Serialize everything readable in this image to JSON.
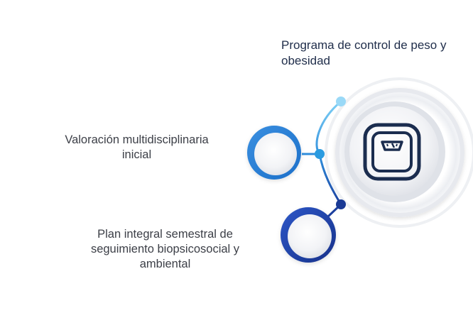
{
  "diagram": {
    "title": "Programa de control de peso y obesidad",
    "items": [
      {
        "label": "Valoración multidisciplinaria inicial"
      },
      {
        "label": "Plan integral semestral de seguimiento biopsicosocial y ambiental"
      }
    ],
    "icons": {
      "center": "scale-icon"
    },
    "colors": {
      "text_dark": "#1f2d4a",
      "text_body": "#3c3f47",
      "blue_light": "#6cc6ef",
      "blue_mid": "#2f8ddb",
      "blue_dark": "#1c3f9e",
      "navy_icon": "#1b2d4f"
    }
  }
}
